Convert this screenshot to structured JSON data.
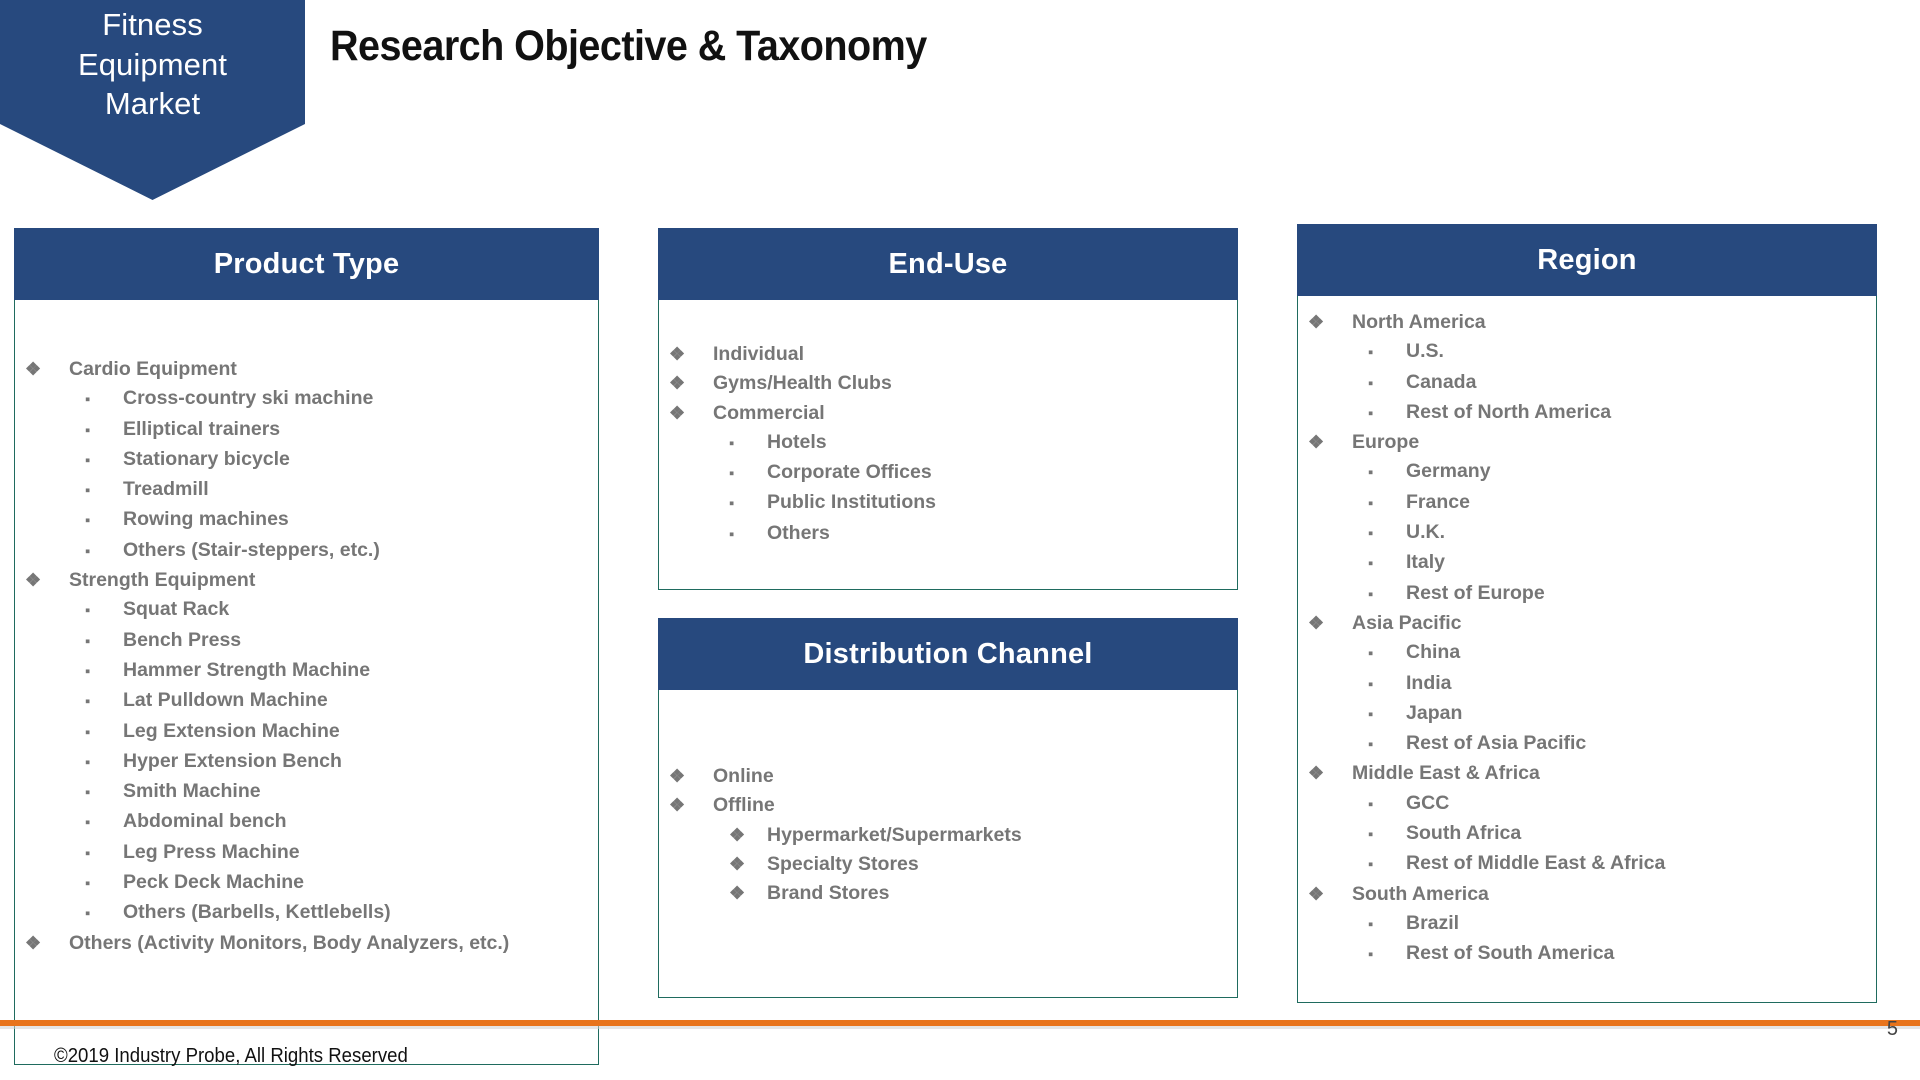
{
  "banner": {
    "label": "Fitness Equipment Market"
  },
  "title": "Research Objective & Taxonomy",
  "colors": {
    "header_blue": "#27497e",
    "panel_border_teal": "#1f6b5e",
    "bullet_text_grey": "#767676",
    "footer_rule_orange": "#e8741c"
  },
  "glyphs": {
    "diamond": "❖",
    "square": "▪"
  },
  "panels": [
    {
      "id": "product-type",
      "header": "Product Type",
      "items": [
        {
          "level": 1,
          "text": "Cardio Equipment"
        },
        {
          "level": 2,
          "text": "Cross-country ski machine"
        },
        {
          "level": 2,
          "text": "Elliptical trainers"
        },
        {
          "level": 2,
          "text": "Stationary bicycle"
        },
        {
          "level": 2,
          "text": "Treadmill"
        },
        {
          "level": 2,
          "text": "Rowing machines"
        },
        {
          "level": 2,
          "text": "Others (Stair-steppers, etc.)"
        },
        {
          "level": 1,
          "text": "Strength Equipment"
        },
        {
          "level": 2,
          "text": "Squat Rack"
        },
        {
          "level": 2,
          "text": "Bench Press"
        },
        {
          "level": 2,
          "text": "Hammer Strength Machine"
        },
        {
          "level": 2,
          "text": "Lat Pulldown Machine"
        },
        {
          "level": 2,
          "text": "Leg Extension Machine"
        },
        {
          "level": 2,
          "text": "Hyper Extension Bench"
        },
        {
          "level": 2,
          "text": "Smith Machine"
        },
        {
          "level": 2,
          "text": "Abdominal bench"
        },
        {
          "level": 2,
          "text": "Leg Press Machine"
        },
        {
          "level": 2,
          "text": "Peck Deck Machine"
        },
        {
          "level": 2,
          "text": "Others (Barbells, Kettlebells)"
        },
        {
          "level": 1,
          "text": "Others (Activity Monitors, Body Analyzers, etc.)"
        }
      ]
    },
    {
      "id": "end-use",
      "header": "End-Use",
      "items": [
        {
          "level": 1,
          "text": "Individual"
        },
        {
          "level": 1,
          "text": "Gyms/Health Clubs"
        },
        {
          "level": 1,
          "text": "Commercial"
        },
        {
          "level": 2,
          "text": "Hotels"
        },
        {
          "level": 2,
          "text": "Corporate Offices"
        },
        {
          "level": 2,
          "text": "Public Institutions"
        },
        {
          "level": 2,
          "text": "Others"
        }
      ]
    },
    {
      "id": "distribution-channel",
      "header": "Distribution Channel",
      "items": [
        {
          "level": 1,
          "text": "Online"
        },
        {
          "level": 1,
          "text": "Offline"
        },
        {
          "level": "2d",
          "text": "Hypermarket/Supermarkets"
        },
        {
          "level": "2d",
          "text": "Specialty Stores"
        },
        {
          "level": "2d",
          "text": "Brand Stores"
        }
      ]
    },
    {
      "id": "region",
      "header": "Region",
      "items": [
        {
          "level": 1,
          "text": "North America"
        },
        {
          "level": 2,
          "text": "U.S."
        },
        {
          "level": 2,
          "text": "Canada"
        },
        {
          "level": 2,
          "text": "Rest of North America"
        },
        {
          "level": 1,
          "text": "Europe"
        },
        {
          "level": 2,
          "text": "Germany"
        },
        {
          "level": 2,
          "text": "France"
        },
        {
          "level": 2,
          "text": "U.K."
        },
        {
          "level": 2,
          "text": "Italy"
        },
        {
          "level": 2,
          "text": "Rest of Europe"
        },
        {
          "level": 1,
          "text": "Asia Pacific"
        },
        {
          "level": 2,
          "text": "China"
        },
        {
          "level": 2,
          "text": "India"
        },
        {
          "level": 2,
          "text": "Japan"
        },
        {
          "level": 2,
          "text": "Rest of Asia Pacific"
        },
        {
          "level": 1,
          "text": "Middle East & Africa"
        },
        {
          "level": 2,
          "text": "GCC"
        },
        {
          "level": 2,
          "text": "South Africa"
        },
        {
          "level": 2,
          "text": "Rest of Middle East & Africa"
        },
        {
          "level": 1,
          "text": "South America"
        },
        {
          "level": 2,
          "text": "Brazil"
        },
        {
          "level": 2,
          "text": "Rest of South America"
        }
      ]
    }
  ],
  "footer": {
    "copyright": "©2019 Industry Probe, All Rights Reserved",
    "page_number": "5"
  }
}
